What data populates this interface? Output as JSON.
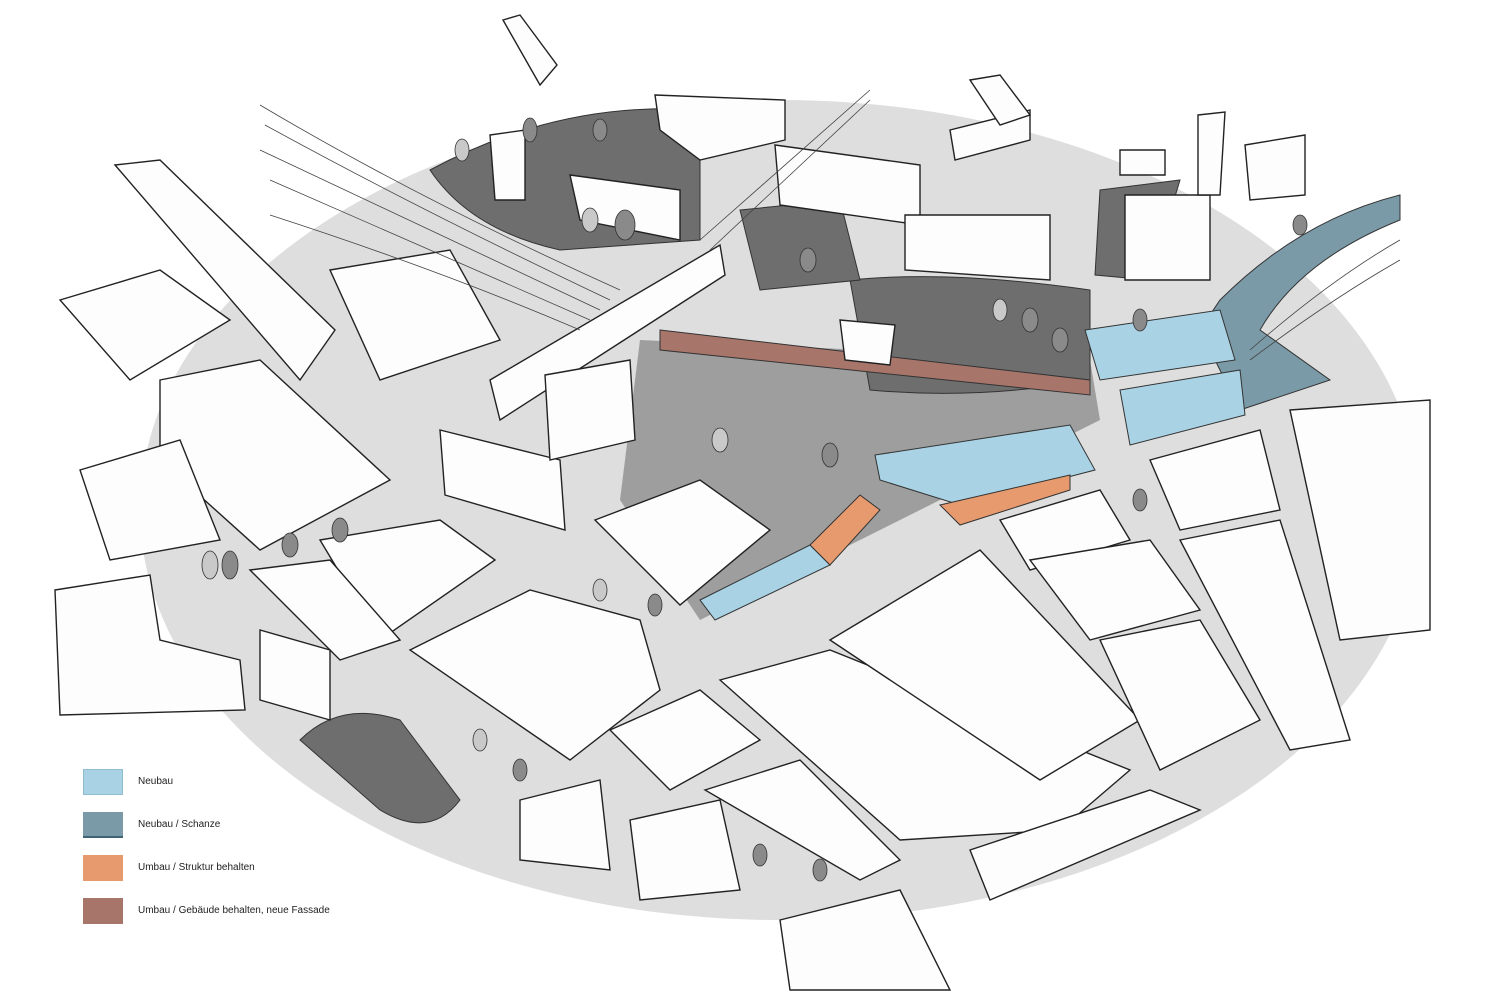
{
  "legend": {
    "items": [
      {
        "label": "Neubau",
        "color": "#a9d3e5"
      },
      {
        "label": "Neubau / Schanze",
        "color": "#7b9aa8"
      },
      {
        "label": "Umbau / Struktur behalten",
        "color": "#e69a6d"
      },
      {
        "label": "Umbau / Gebäude behalten, neue Fassade",
        "color": "#a8756a"
      }
    ]
  },
  "colors": {
    "ground": "#dcdcdc",
    "plaza": "#9c9c9c",
    "park": "#6e6e6e",
    "building": "#f4f4f4"
  }
}
